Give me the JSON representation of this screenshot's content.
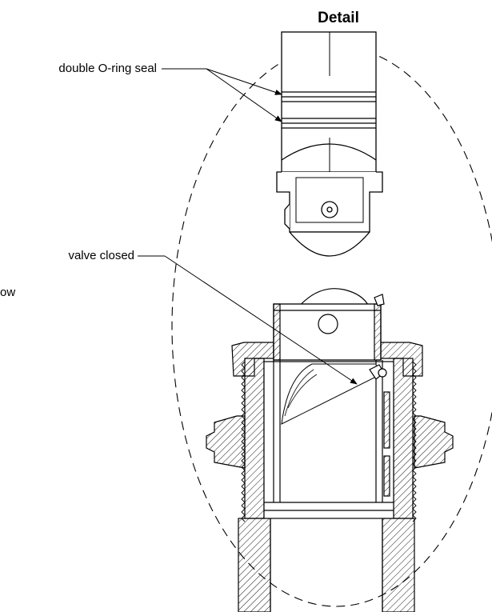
{
  "diagram": {
    "title": "Detail",
    "labels": {
      "oring": "double O-ring seal",
      "valve": "valve closed",
      "edge_fragment": "ow"
    }
  }
}
